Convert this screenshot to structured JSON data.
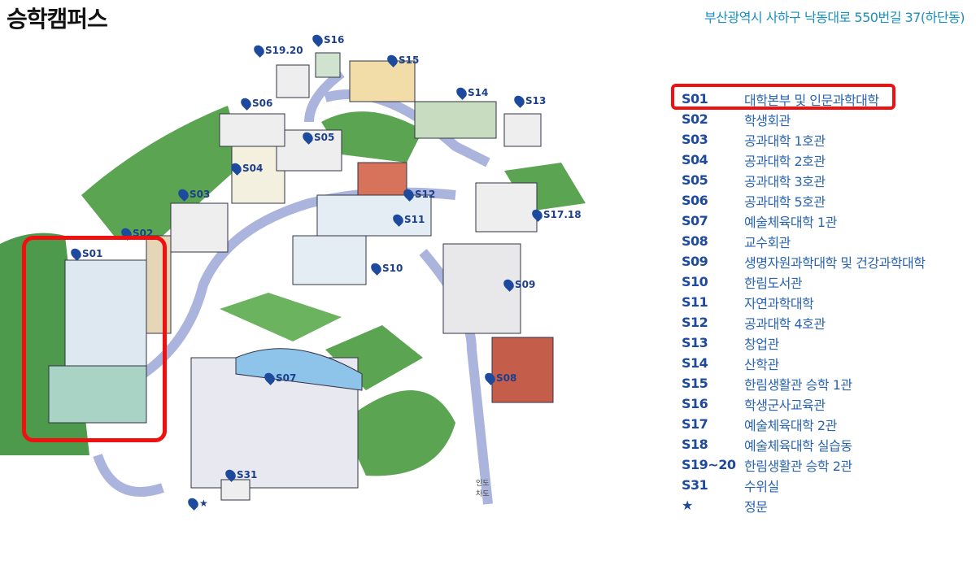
{
  "header": {
    "title": "승학캠퍼스",
    "address": "부산광역시 사하구 낙동대로 550번길 37(하단동)"
  },
  "map": {
    "pins": [
      {
        "label": "S19.20",
        "cls": "p1920"
      },
      {
        "label": "S16",
        "cls": "p16"
      },
      {
        "label": "S15",
        "cls": "p15"
      },
      {
        "label": "S14",
        "cls": "p14"
      },
      {
        "label": "S13",
        "cls": "p13"
      },
      {
        "label": "S06",
        "cls": "p06"
      },
      {
        "label": "S05",
        "cls": "p05"
      },
      {
        "label": "S04",
        "cls": "p04"
      },
      {
        "label": "S03",
        "cls": "p03"
      },
      {
        "label": "S02",
        "cls": "p02"
      },
      {
        "label": "S01",
        "cls": "p01"
      },
      {
        "label": "S12",
        "cls": "p12"
      },
      {
        "label": "S11",
        "cls": "p11"
      },
      {
        "label": "S17.18",
        "cls": "p1718"
      },
      {
        "label": "S10",
        "cls": "p10"
      },
      {
        "label": "S09",
        "cls": "p09"
      },
      {
        "label": "S07",
        "cls": "p07"
      },
      {
        "label": "S08",
        "cls": "p08"
      },
      {
        "label": "S31",
        "cls": "p31"
      },
      {
        "label": "★",
        "cls": "pstar"
      }
    ],
    "road_labels": [
      "인도",
      "차도"
    ]
  },
  "legend": [
    {
      "code": "S01",
      "name": "대학본부 및 인문과학대학"
    },
    {
      "code": "S02",
      "name": "학생회관"
    },
    {
      "code": "S03",
      "name": "공과대학 1호관"
    },
    {
      "code": "S04",
      "name": "공과대학 2호관"
    },
    {
      "code": "S05",
      "name": "공과대학 3호관"
    },
    {
      "code": "S06",
      "name": "공과대학 5호관"
    },
    {
      "code": "S07",
      "name": "예술체육대학 1관"
    },
    {
      "code": "S08",
      "name": "교수회관"
    },
    {
      "code": "S09",
      "name": "생명자원과학대학 및 건강과학대학"
    },
    {
      "code": "S10",
      "name": "한림도서관"
    },
    {
      "code": "S11",
      "name": "자연과학대학"
    },
    {
      "code": "S12",
      "name": "공과대학 4호관"
    },
    {
      "code": "S13",
      "name": "창업관"
    },
    {
      "code": "S14",
      "name": "산학관"
    },
    {
      "code": "S15",
      "name": "한림생활관 승학 1관"
    },
    {
      "code": "S16",
      "name": "학생군사교육관"
    },
    {
      "code": "S17",
      "name": "예술체육대학 2관"
    },
    {
      "code": "S18",
      "name": "예술체육대학 실습동"
    },
    {
      "code": "S19~20",
      "name": "한림생활관 승학 2관"
    },
    {
      "code": "S31",
      "name": "수위실"
    },
    {
      "code": "★",
      "name": "정문"
    }
  ]
}
